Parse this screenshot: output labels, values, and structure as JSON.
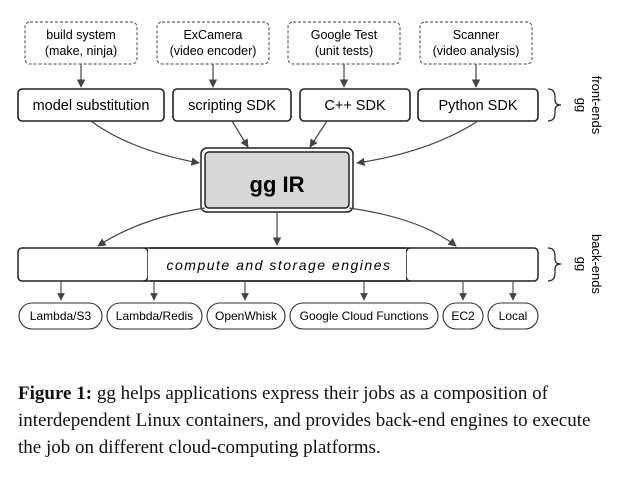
{
  "diagram": {
    "apps": [
      {
        "line1": "build system",
        "line2": "(make, ninja)"
      },
      {
        "line1": "ExCamera",
        "line2": "(video encoder)"
      },
      {
        "line1": "Google Test",
        "line2": "(unit tests)"
      },
      {
        "line1": "Scanner",
        "line2": "(video analysis)"
      }
    ],
    "frontends": [
      "model substitution",
      "scripting SDK",
      "C++ SDK",
      "Python SDK"
    ],
    "frontends_label": {
      "line1": "gg",
      "line2": "front-ends"
    },
    "ir_label": "gg IR",
    "engines_label": "compute and storage engines",
    "backends_label": {
      "line1": "gg",
      "line2": "back-ends"
    },
    "platforms": [
      "Lambda/S3",
      "Lambda/Redis",
      "OpenWhisk",
      "Google Cloud Functions",
      "EC2",
      "Local"
    ]
  },
  "caption": {
    "label": "Figure 1:",
    "text": " gg helps applications express their jobs as a composition of interdependent Linux containers, and provides back-end engines to execute the job on different cloud-computing platforms."
  }
}
